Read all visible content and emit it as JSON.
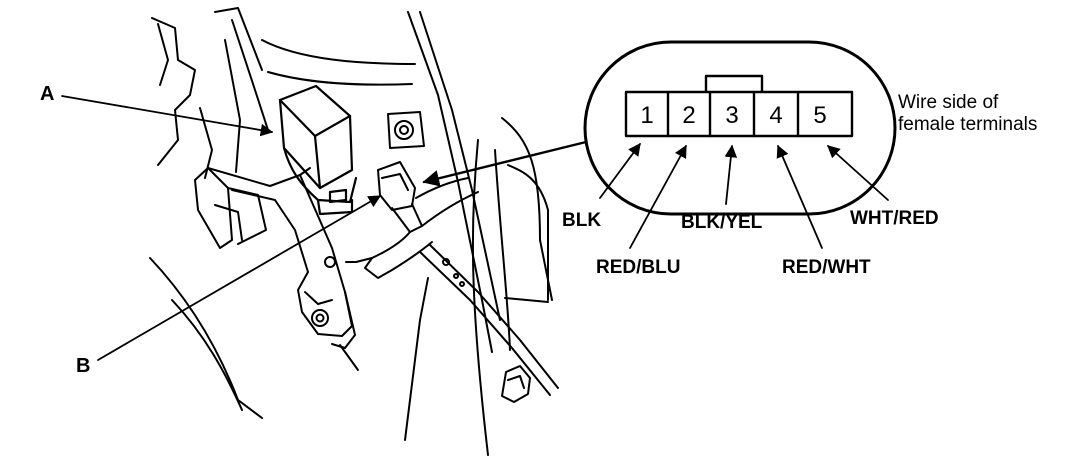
{
  "callouts": {
    "a": "A",
    "b": "B"
  },
  "connector": {
    "note_line1": "Wire side of",
    "note_line2": "female terminals",
    "pins": [
      "1",
      "2",
      "3",
      "4",
      "5"
    ]
  },
  "wires": {
    "blk": "BLK",
    "red_blu": "RED/BLU",
    "blk_yel": "BLK/YEL",
    "red_wht": "RED/WHT",
    "wht_red": "WHT/RED"
  }
}
